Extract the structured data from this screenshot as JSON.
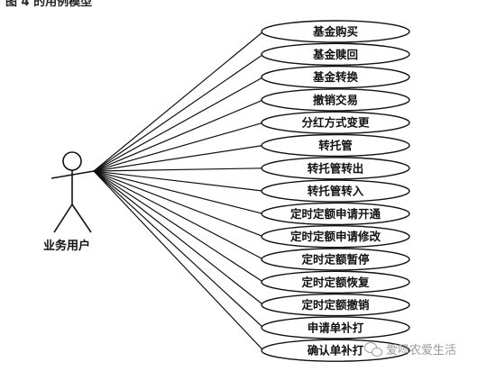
{
  "figure": {
    "caption": "图 4 的用例模型",
    "actor": "业务用户",
    "use_cases": [
      "基金购买",
      "基金赎回",
      "基金转换",
      "撤销交易",
      "分红方式变更",
      "转托管",
      "转托管转出",
      "转托管转入",
      "定时定额申请开通",
      "定时定额申请修改",
      "定时定额暂停",
      "定时定额恢复",
      "定时定额撤销",
      "申请单补打",
      "确认单补打"
    ]
  },
  "watermark": {
    "text": "爱吗农爱生活",
    "icon": "wechat-icon"
  },
  "colors": {
    "ink": "#111111",
    "watermark": "#9a9a9a"
  }
}
